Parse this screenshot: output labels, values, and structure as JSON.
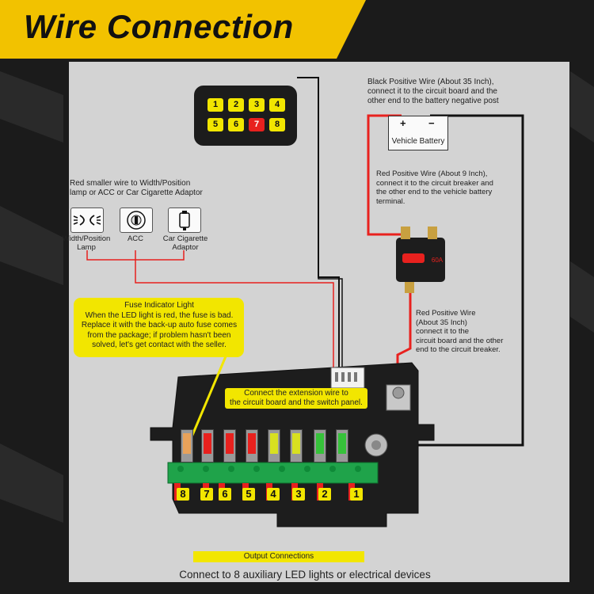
{
  "header": {
    "title": "Wire Connection",
    "accent": "#f2c200"
  },
  "switch_panel": {
    "buttons": [
      "1",
      "2",
      "3",
      "4",
      "5",
      "6",
      "7",
      "8"
    ]
  },
  "accessories": {
    "note": [
      "Red smaller wire to Width/Position",
      "lamp or ACC or Car Cigarette Adaptor"
    ],
    "items": [
      {
        "icon": "headlight-icon",
        "label": [
          "Width/Position",
          "Lamp"
        ]
      },
      {
        "icon": "ignition-key-icon",
        "label": [
          "ACC"
        ]
      },
      {
        "icon": "cigarette-adaptor-icon",
        "label": [
          "Car Cigarette",
          "Adaptor"
        ]
      }
    ]
  },
  "battery": {
    "plus": "+",
    "minus": "−",
    "label": "Vehicle Battery"
  },
  "annotations": {
    "black_wire": [
      "Black Positive Wire (About 35 Inch),",
      "connect it to the circuit board and the",
      "other end to the battery negative post"
    ],
    "red_wire_9": [
      "Red Positive Wire (About 9 Inch),",
      "connect it to the circuit breaker and",
      "the other end to the vehicle battery",
      "terminal."
    ],
    "red_wire_35": [
      "Red Positive Wire",
      "(About 35 Inch)",
      "connect it to the",
      "circuit board and the other",
      "end to the circuit breaker."
    ]
  },
  "breaker": {
    "rating": "60A"
  },
  "fuse_callout": {
    "lines": [
      "Fuse Indicator Light",
      "When the LED light is red, the fuse is bad.",
      "Replace it with the back-up auto fuse comes",
      "from the package; if problem hasn't been",
      "solved, let's get contact with the seller."
    ]
  },
  "extension_label": {
    "lines": [
      "Connect the extension wire to",
      "the circuit board and the switch panel."
    ]
  },
  "fuse_block": {
    "fuse_colors": [
      "#e8a25a",
      "#e8211e",
      "#e8211e",
      "#e8211e",
      "#d8e020",
      "#d8e020",
      "#36c23a",
      "#36c23a"
    ],
    "output_numbers": [
      "8",
      "7",
      "6",
      "5",
      "4",
      "3",
      "2",
      "1"
    ]
  },
  "output_label": "Output Connections",
  "bottom_caption": "Connect to 8 auxiliary LED lights or electrical devices",
  "colors": {
    "red_wire": "#e8211e",
    "black_wire": "#111111",
    "highlight": "#f2e600"
  }
}
